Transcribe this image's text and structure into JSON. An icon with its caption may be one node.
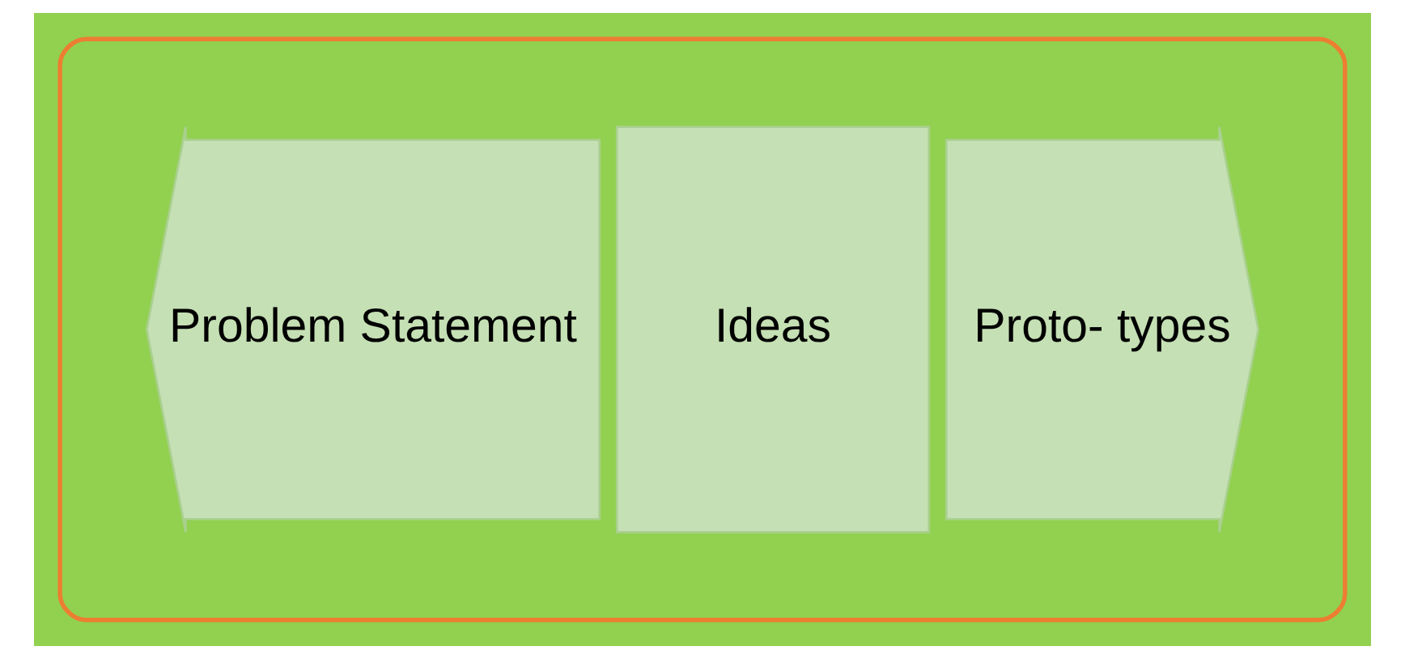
{
  "diagram": {
    "nodes": [
      {
        "text": [],
        "shape": "ellipse"
      },
      {
        "text": [
          "Problem Statement"
        ],
        "in": 0
      },
      {
        "text": [
          "Ideas"
        ],
        "in": 0
      },
      {
        "text": [
          "Proto- types"
        ],
        "in": 0
      }
    ],
    "edges": []
  }
}
